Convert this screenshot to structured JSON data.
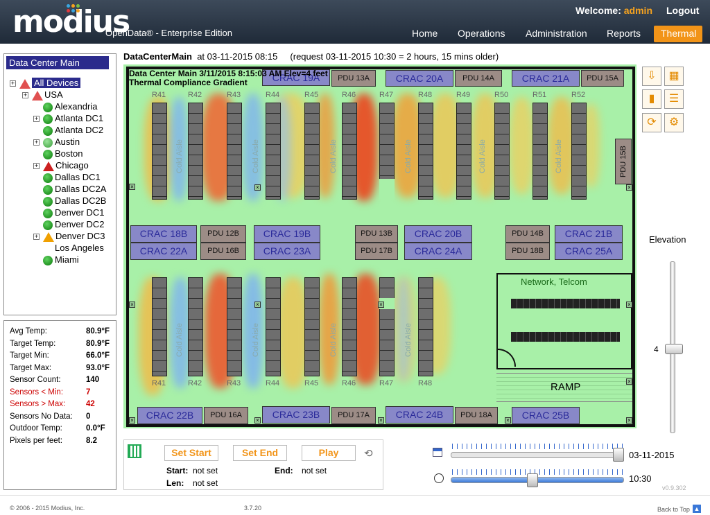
{
  "header": {
    "logo": "modius",
    "edition": "OpenData® - Enterprise Edition",
    "welcome_label": "Welcome:",
    "user": "admin",
    "logout": "Logout",
    "nav": [
      "Home",
      "Operations",
      "Administration",
      "Reports",
      "Thermal"
    ],
    "active_nav": "Thermal",
    "accent_color": "#f29418"
  },
  "title": {
    "name": "DataCenterMain",
    "at": "at 03-11-2015 08:15",
    "request": "(request 03-11-2015 10:30 = 2 hours, 15 mins older)"
  },
  "tree": {
    "header": "Data Center Main",
    "root": "All Devices",
    "country": "USA",
    "sites": [
      {
        "name": "Alexandria",
        "icon": "ok-icon"
      },
      {
        "name": "Atlanta DC1",
        "icon": "ok-icon"
      },
      {
        "name": "Atlanta DC2",
        "icon": "ok-icon"
      },
      {
        "name": "Austin",
        "icon": "ok-icon"
      },
      {
        "name": "Boston",
        "icon": "ok-icon"
      },
      {
        "name": "Chicago",
        "icon": "alarm-icon"
      },
      {
        "name": "Dallas DC1",
        "icon": "ok-icon"
      },
      {
        "name": "Dallas DC2A",
        "icon": "ok-icon"
      },
      {
        "name": "Dallas DC2B",
        "icon": "ok-icon"
      },
      {
        "name": "Denver DC1",
        "icon": "ok-icon"
      },
      {
        "name": "Denver DC2",
        "icon": "ok-icon"
      },
      {
        "name": "Denver DC3",
        "icon": "warning-icon"
      },
      {
        "name": "Los Angeles",
        "icon": "none"
      },
      {
        "name": "Miami",
        "icon": "ok-icon"
      }
    ]
  },
  "stats": [
    {
      "label": "Avg Temp:",
      "value": "80.9°F"
    },
    {
      "label": "Target Temp:",
      "value": "80.9°F"
    },
    {
      "label": "Target Min:",
      "value": "66.0°F"
    },
    {
      "label": "Target Max:",
      "value": "93.0°F"
    },
    {
      "label": "Sensor Count:",
      "value": "140"
    },
    {
      "label": "Sensors < Min:",
      "value": "7"
    },
    {
      "label": "Sensors > Max:",
      "value": "42"
    },
    {
      "label": "Sensors No Data:",
      "value": "0"
    },
    {
      "label": "Outdoor Temp:",
      "value": "0.0°F"
    },
    {
      "label": "Pixels per feet:",
      "value": "8.2"
    }
  ],
  "map": {
    "title1": "Data Center Main 3/11/2015 8:15:03 AM Elev=4 feet",
    "title2": "Thermal Compliance Gradient",
    "row_labels_top": [
      "R41",
      "R42",
      "R43",
      "R44",
      "R45",
      "R46",
      "R47",
      "R48",
      "R49",
      "R50",
      "R51",
      "R52"
    ],
    "row_labels_bottom": [
      "R41",
      "R42",
      "R43",
      "R44",
      "R45",
      "R46",
      "R47",
      "R48"
    ],
    "aisle": "Cold Aisle",
    "crac_top": [
      "CRAC 19A",
      "CRAC 20A",
      "CRAC 21A"
    ],
    "pdu_top": [
      "PDU 13A",
      "PDU 14A",
      "PDU 15A"
    ],
    "pdu_side": "PDU 15B",
    "mid": [
      {
        "t": "crac",
        "label": "CRAC 18B"
      },
      {
        "t": "pdu",
        "label": "PDU 12B"
      },
      {
        "t": "crac",
        "label": "CRAC 19B"
      },
      {
        "t": "pdu",
        "label": "PDU 13B"
      },
      {
        "t": "crac",
        "label": "CRAC 20B"
      },
      {
        "t": "pdu",
        "label": "PDU 14B"
      },
      {
        "t": "crac",
        "label": "CRAC 21B"
      },
      {
        "t": "crac",
        "label": "CRAC 22A"
      },
      {
        "t": "pdu",
        "label": "PDU 16B"
      },
      {
        "t": "crac",
        "label": "CRAC 23A"
      },
      {
        "t": "pdu",
        "label": "PDU 17B"
      },
      {
        "t": "crac",
        "label": "CRAC 24A"
      },
      {
        "t": "pdu",
        "label": "PDU 18B"
      },
      {
        "t": "crac",
        "label": "CRAC 25A"
      }
    ],
    "bottom": [
      {
        "t": "crac",
        "label": "CRAC 22B"
      },
      {
        "t": "pdu",
        "label": "PDU 16A"
      },
      {
        "t": "crac",
        "label": "CRAC 23B"
      },
      {
        "t": "pdu",
        "label": "PDU 17A"
      },
      {
        "t": "crac",
        "label": "CRAC 24B"
      },
      {
        "t": "pdu",
        "label": "PDU 18A"
      },
      {
        "t": "crac",
        "label": "CRAC 25B"
      }
    ],
    "network": "Network, Telcom",
    "ramp": "RAMP"
  },
  "elevation": {
    "label": "Elevation",
    "value": "4"
  },
  "playback": {
    "set_start": "Set Start",
    "set_end": "Set End",
    "play": "Play",
    "start_label": "Start:",
    "start_value": "not set",
    "end_label": "End:",
    "end_value": "not set",
    "len_label": "Len:",
    "len_value": "not set"
  },
  "timeline": {
    "date": "03-11-2015",
    "time": "10:30",
    "date_pos": 1.0,
    "time_pos": 0.44
  },
  "footer": {
    "copyright": "© 2006 - 2015 Modius, Inc.",
    "build": "3.7.20",
    "version": "v0.9.302",
    "back_to_top": "Back to Top"
  }
}
